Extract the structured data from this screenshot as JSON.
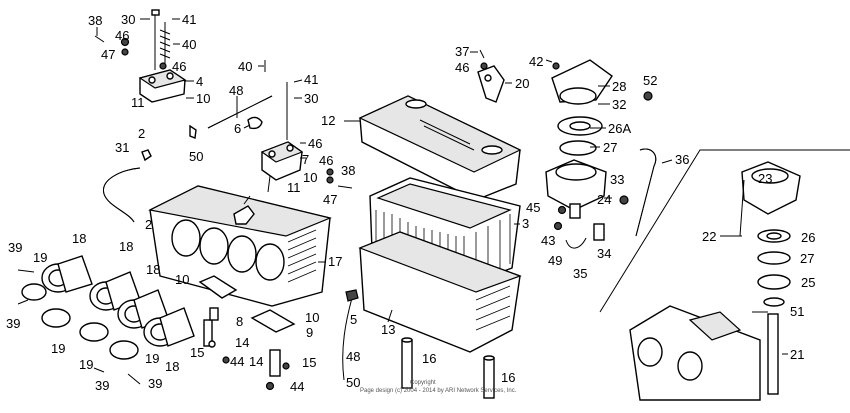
{
  "copyright": {
    "line1": "Copyright",
    "line2": "Page design (c) 2004 - 2014 by ARI Network Services, Inc."
  },
  "callouts": [
    {
      "id": "c38a",
      "text": "38"
    },
    {
      "id": "c30a",
      "text": "30"
    },
    {
      "id": "c41a",
      "text": "41"
    },
    {
      "id": "c46a",
      "text": "46"
    },
    {
      "id": "c40a",
      "text": "40"
    },
    {
      "id": "c47a",
      "text": "47"
    },
    {
      "id": "c46b",
      "text": "46"
    },
    {
      "id": "c4",
      "text": "4"
    },
    {
      "id": "c10a",
      "text": "10"
    },
    {
      "id": "c11a",
      "text": "11"
    },
    {
      "id": "c40b",
      "text": "40"
    },
    {
      "id": "c41b",
      "text": "41"
    },
    {
      "id": "c48a",
      "text": "48"
    },
    {
      "id": "c30b",
      "text": "30"
    },
    {
      "id": "c6",
      "text": "6"
    },
    {
      "id": "c2a",
      "text": "2"
    },
    {
      "id": "c50a",
      "text": "50"
    },
    {
      "id": "c31",
      "text": "31"
    },
    {
      "id": "c46c",
      "text": "46"
    },
    {
      "id": "c7",
      "text": "7"
    },
    {
      "id": "c10b",
      "text": "10"
    },
    {
      "id": "c11b",
      "text": "11"
    },
    {
      "id": "c46d",
      "text": "46"
    },
    {
      "id": "c38b",
      "text": "38"
    },
    {
      "id": "c47b",
      "text": "47"
    },
    {
      "id": "c2b",
      "text": "2"
    },
    {
      "id": "c12",
      "text": "12"
    },
    {
      "id": "c37",
      "text": "37"
    },
    {
      "id": "c46e",
      "text": "46"
    },
    {
      "id": "c20",
      "text": "20"
    },
    {
      "id": "c42",
      "text": "42"
    },
    {
      "id": "c28",
      "text": "28"
    },
    {
      "id": "c52",
      "text": "52"
    },
    {
      "id": "c32",
      "text": "32"
    },
    {
      "id": "c26A",
      "text": "26A"
    },
    {
      "id": "c27a",
      "text": "27"
    },
    {
      "id": "c36",
      "text": "36"
    },
    {
      "id": "c33",
      "text": "33"
    },
    {
      "id": "c24",
      "text": "24"
    },
    {
      "id": "c45",
      "text": "45"
    },
    {
      "id": "c3",
      "text": "3"
    },
    {
      "id": "c43",
      "text": "43"
    },
    {
      "id": "c49",
      "text": "49"
    },
    {
      "id": "c34",
      "text": "34"
    },
    {
      "id": "c35",
      "text": "35"
    },
    {
      "id": "c23",
      "text": "23"
    },
    {
      "id": "c22",
      "text": "22"
    },
    {
      "id": "c26",
      "text": "26"
    },
    {
      "id": "c27b",
      "text": "27"
    },
    {
      "id": "c25",
      "text": "25"
    },
    {
      "id": "c51",
      "text": "51"
    },
    {
      "id": "c21",
      "text": "21"
    },
    {
      "id": "c39a",
      "text": "39"
    },
    {
      "id": "c19a",
      "text": "19"
    },
    {
      "id": "c18a",
      "text": "18"
    },
    {
      "id": "c18b",
      "text": "18"
    },
    {
      "id": "c18c",
      "text": "18"
    },
    {
      "id": "c18d",
      "text": "18"
    },
    {
      "id": "c39b",
      "text": "39"
    },
    {
      "id": "c19b",
      "text": "19"
    },
    {
      "id": "c19c",
      "text": "19"
    },
    {
      "id": "c19d",
      "text": "19"
    },
    {
      "id": "c39c",
      "text": "39"
    },
    {
      "id": "c39d",
      "text": "39"
    },
    {
      "id": "c17",
      "text": "17"
    },
    {
      "id": "c10c",
      "text": "10"
    },
    {
      "id": "c8",
      "text": "8"
    },
    {
      "id": "c10d",
      "text": "10"
    },
    {
      "id": "c9",
      "text": "9"
    },
    {
      "id": "c15a",
      "text": "15"
    },
    {
      "id": "c14a",
      "text": "14"
    },
    {
      "id": "c44a",
      "text": "44"
    },
    {
      "id": "c14b",
      "text": "14"
    },
    {
      "id": "c15b",
      "text": "15"
    },
    {
      "id": "c44b",
      "text": "44"
    },
    {
      "id": "c5",
      "text": "5"
    },
    {
      "id": "c13",
      "text": "13"
    },
    {
      "id": "c48b",
      "text": "48"
    },
    {
      "id": "c50b",
      "text": "50"
    },
    {
      "id": "c16a",
      "text": "16"
    },
    {
      "id": "c16b",
      "text": "16"
    }
  ]
}
